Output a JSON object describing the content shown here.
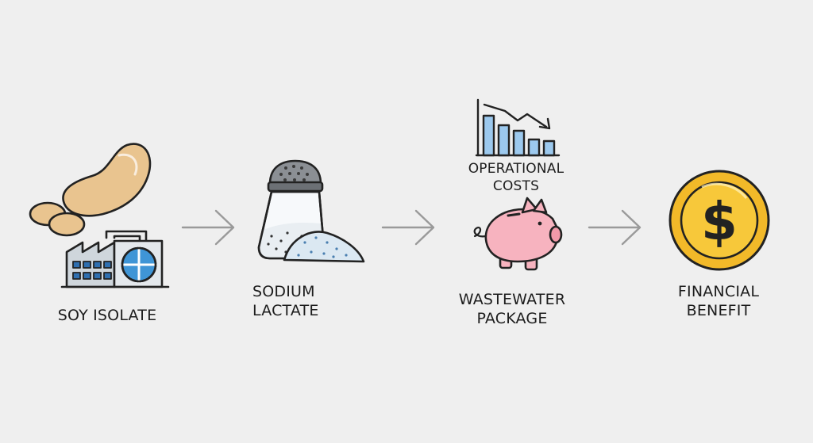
{
  "stages": [
    {
      "id": "soy",
      "label_lines": [
        "SOY ISOLATE"
      ],
      "icon": "soybean-factory-icon"
    },
    {
      "id": "lactate",
      "label_lines": [
        "SODIUM",
        "LACTATE"
      ],
      "icon": "salt-shaker-icon"
    },
    {
      "id": "wastewater",
      "label_lines": [
        "WASTEWATER",
        "PACKAGE"
      ],
      "icon": "piggy-bank-icon"
    },
    {
      "id": "benefit",
      "label_lines": [
        "FINANCIAL",
        "BENEFIT"
      ],
      "icon": "dollar-coin-icon"
    }
  ],
  "callout": {
    "label_lines": [
      "OPERATIONAL",
      "COSTS"
    ],
    "icon": "declining-bar-chart-icon"
  },
  "connectors": [
    "arrow-right-icon",
    "arrow-right-icon",
    "arrow-right-icon"
  ],
  "colors": {
    "background": "#efefef",
    "outline": "#222222",
    "soybean": "#e9c48f",
    "factory": "#cfd6dc",
    "salt": "#dbe8f2",
    "piggy": "#f7b3bf",
    "coin": "#f2b929",
    "bar": "#9cc9ee",
    "arrow": "#9a9a9a"
  }
}
